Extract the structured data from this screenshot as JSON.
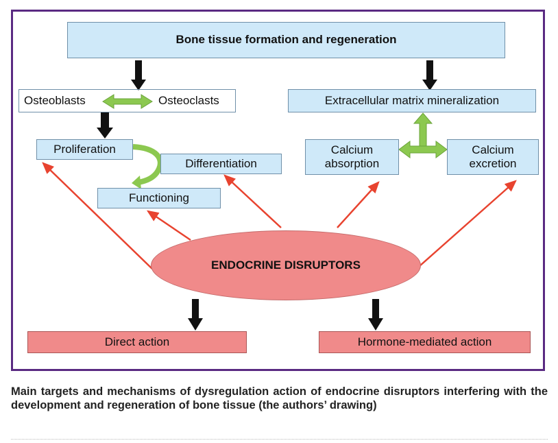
{
  "diagram": {
    "title": "Bone tissue formation and regeneration",
    "osteoblasts": "Osteoblasts",
    "osteoclasts": "Osteoclasts",
    "ecm": "Extracellular matrix mineralization",
    "proliferation": "Proliferation",
    "differentiation": "Differentiation",
    "functioning": "Functioning",
    "calcium_absorption": [
      "Calcium",
      "absorption"
    ],
    "calcium_excretion": [
      "Calcium",
      "excretion"
    ],
    "endocrine": "ENDOCRINE DISRUPTORS",
    "direct_action": "Direct action",
    "hormone_action": "Hormone-mediated action"
  },
  "caption": "Main targets and mechanisms of dysregulation action of endocrine disruptors interfering with the development and regeneration of bone tissue (the authors’ drawing)",
  "colors": {
    "frame": "#5a2a82",
    "box_fill": "#cfe9f9",
    "pink_fill": "#f08a8a",
    "red_arrow": "#e8432f",
    "green_arrow": "#8cc850",
    "black_arrow": "#111111"
  }
}
